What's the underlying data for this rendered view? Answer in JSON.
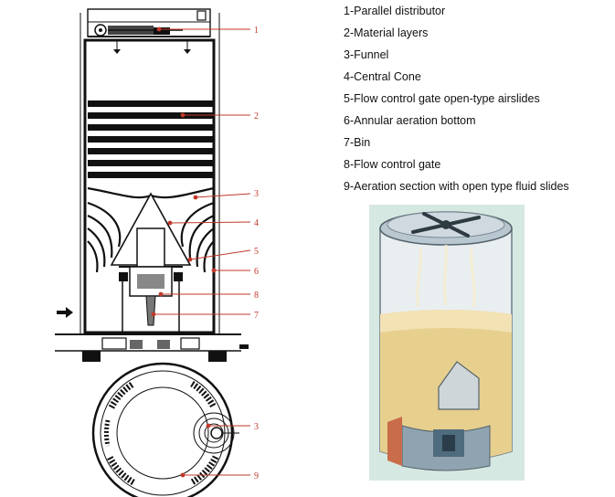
{
  "legend": [
    "1-Parallel distributor",
    "2-Material layers",
    "3-Funnel",
    "4-Central Cone",
    "5-Flow control gate open-type airslides",
    "6-Annular aeration bottom",
    "7-Bin",
    "8-Flow control gate",
    "9-Aeration section with open type fluid slides"
  ],
  "callouts": {
    "c1": "1",
    "c2": "2",
    "c3": "3",
    "c4": "4",
    "c5": "5",
    "c6": "6",
    "c7": "7",
    "c8": "8",
    "c3b": "3",
    "c9": "9"
  },
  "colors": {
    "callout": "#c0392b",
    "line": "#111111",
    "material": "#e7cf8e",
    "sky": "#d6e8e2",
    "steel": "#b9c7d0"
  }
}
